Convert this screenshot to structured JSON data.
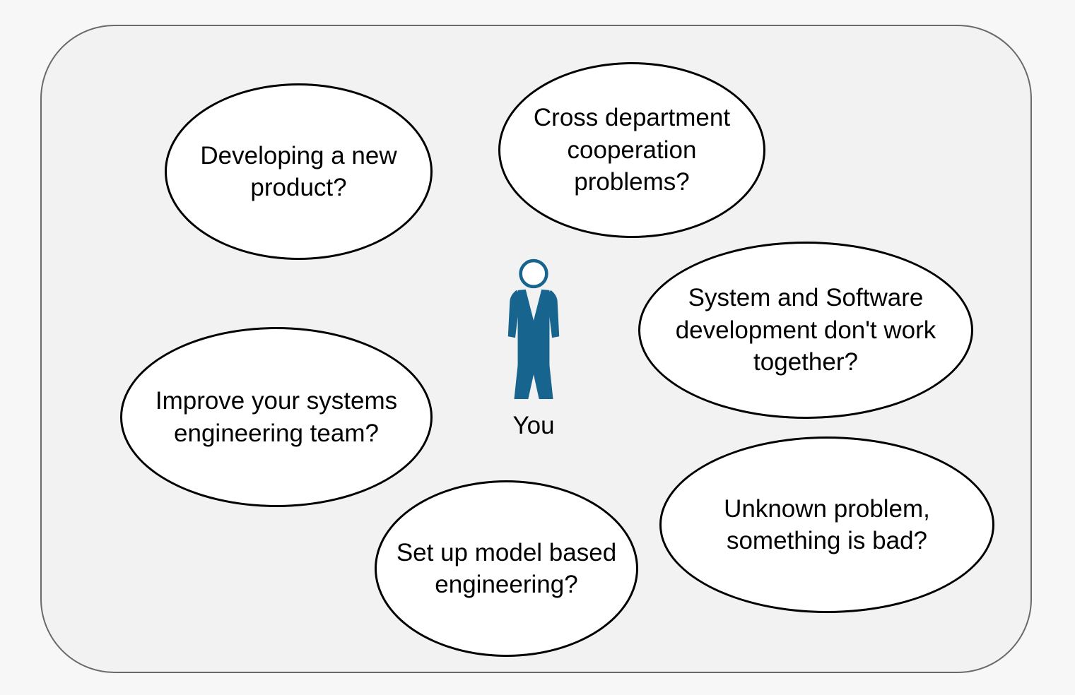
{
  "diagram": {
    "type": "problem-scenarios-around-actor",
    "colors": {
      "accent_blue": "#17648f",
      "frame_border": "#6a6a6a",
      "ellipse_stroke": "#000000",
      "ellipse_fill": "#ffffff",
      "outer_background": "#f7f7f8",
      "frame_background": "#f2f2f3"
    },
    "actor": {
      "label": "You"
    },
    "bubbles": [
      {
        "id": "developing-new-product",
        "label": "Developing a new\nproduct?"
      },
      {
        "id": "cross-department-cooperation",
        "label": "Cross department\ncooperation\nproblems?"
      },
      {
        "id": "system-software-dont-work-together",
        "label": "System and Software\ndevelopment don't work\ntogether?"
      },
      {
        "id": "improve-systems-engineering-team",
        "label": "Improve your systems\nengineering team?"
      },
      {
        "id": "set-up-model-based-engineering",
        "label": "Set up model based\nengineering?"
      },
      {
        "id": "unknown-problem-something-bad",
        "label": "Unknown problem,\nsomething is bad?"
      }
    ]
  }
}
